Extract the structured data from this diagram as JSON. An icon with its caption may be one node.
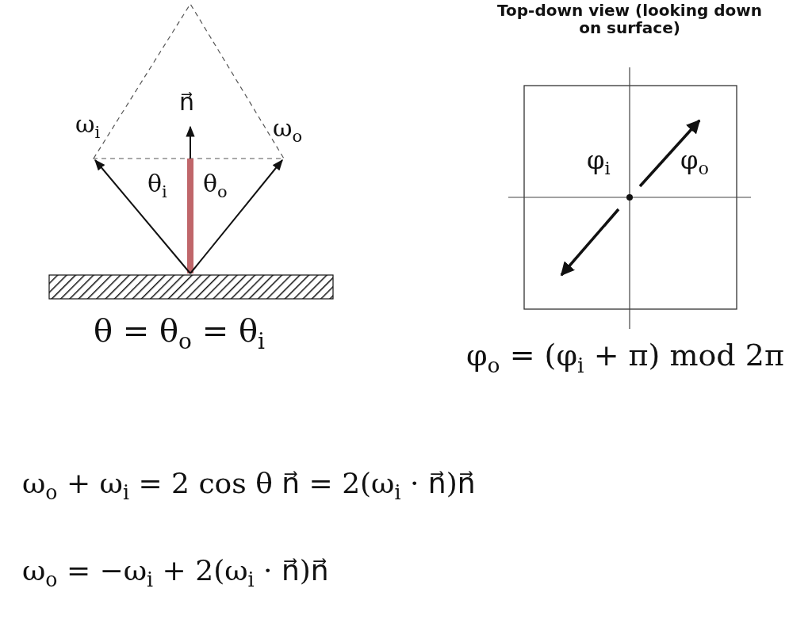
{
  "diagram": {
    "labels": [
      "ω$_{i}$",
      "n⃗",
      "ω$_{o}$",
      "θ$_{i}$",
      "θ$_{o}$",
      "θ = θ$_{o}$ = θ$_{i}$",
      "Top-down view (looking down on surface)",
      "φ$_{i}$",
      "φ$_{o}$",
      "φ$_{o}$ = (φ$_{i}$ + π) mod 2π",
      "ω$_{o}$ + ω$_{i}$ = 2 cos θ n⃗ = 2(ω$_{i}$ · n⃗)n⃗",
      "ω$_{o}$ = −ω$_{i}$ + 2(ω$_{i}$ · n⃗)n⃗"
    ]
  }
}
